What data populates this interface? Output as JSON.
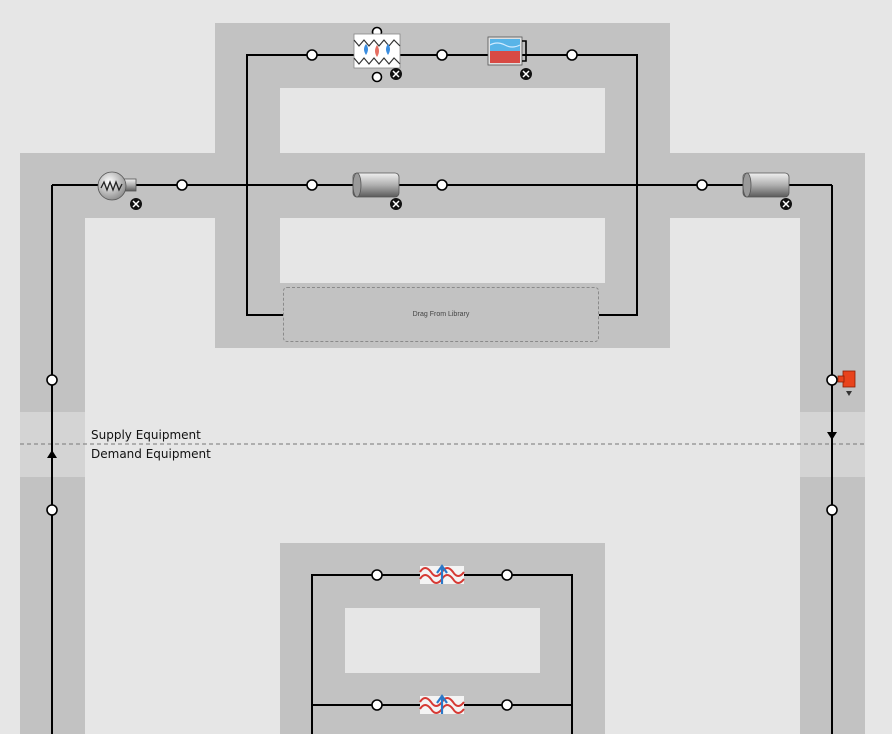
{
  "labels": {
    "supply": "Supply Equipment",
    "demand": "Demand Equipment"
  },
  "drop_zone": {
    "text": "Drag From Library"
  },
  "colors": {
    "background": "#e6e6e6",
    "loop_band": "#c2c2c2",
    "pipe": "#000000",
    "setpoint_manager": "#e8431c"
  },
  "components": [
    {
      "id": "boiler",
      "icon": "boiler-icon",
      "has_remove": true
    },
    {
      "id": "cooling-tower",
      "icon": "cooling-tower-icon",
      "has_remove": true
    },
    {
      "id": "chiller",
      "icon": "chiller-icon",
      "has_remove": true
    },
    {
      "id": "pipe-supply-branch",
      "icon": "pipe-icon",
      "has_remove": true
    },
    {
      "id": "pipe-supply-outlet",
      "icon": "pipe-icon",
      "has_remove": true
    },
    {
      "id": "setpoint-manager",
      "icon": "setpoint-manager-icon",
      "has_remove": false
    },
    {
      "id": "coil-1",
      "icon": "coil-icon",
      "has_remove": false
    },
    {
      "id": "coil-2",
      "icon": "coil-icon",
      "has_remove": false
    }
  ]
}
